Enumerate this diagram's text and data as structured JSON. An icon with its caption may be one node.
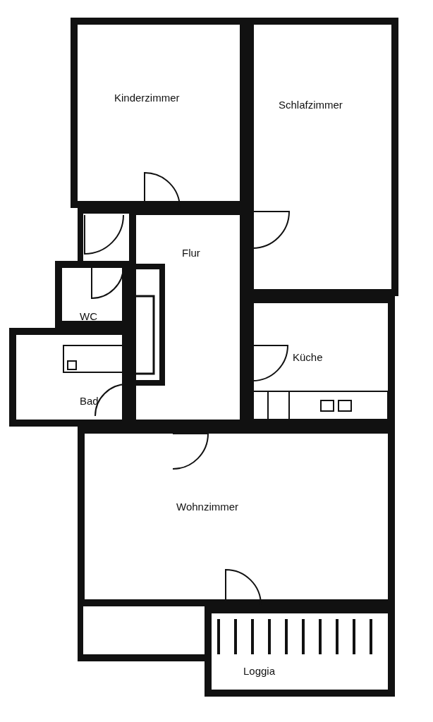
{
  "diagram": {
    "nodes": [
      {
        "text": [
          "Kinderzimmer"
        ]
      },
      {
        "text": [
          "Schlafzimmer"
        ]
      },
      {
        "text": [
          "Flur"
        ]
      },
      {
        "text": [
          "WC"
        ]
      },
      {
        "text": [
          "Küche"
        ]
      },
      {
        "text": [
          "Bad"
        ]
      },
      {
        "text": [
          "Wohnzimmer"
        ]
      },
      {
        "text": [
          "Loggia"
        ]
      }
    ]
  }
}
